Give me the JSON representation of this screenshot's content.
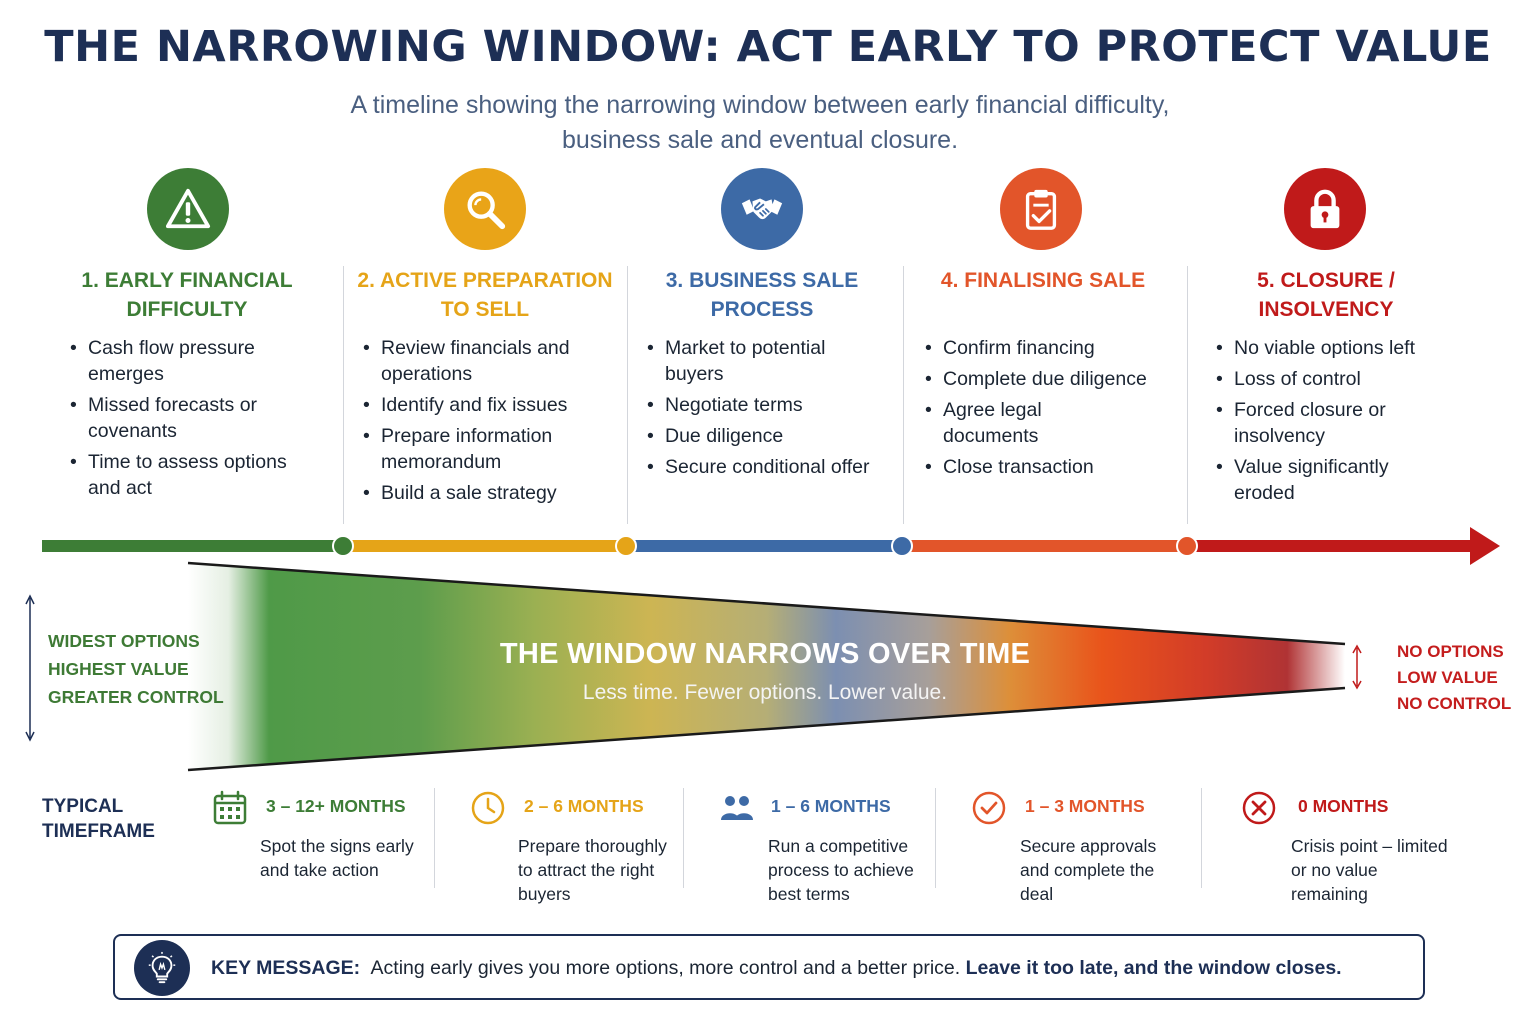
{
  "title": "THE NARROWING WINDOW: ACT EARLY TO PROTECT VALUE",
  "subtitle": {
    "line1": "A timeline showing the narrowing window between early financial difficulty,",
    "line2": "business sale and eventual closure."
  },
  "colors": {
    "green": "#3d7d36",
    "yellow": "#e5a418",
    "blue": "#3d6aa6",
    "orange": "#e2552a",
    "red": "#c01a1a",
    "navy": "#1d2f55"
  },
  "stages": [
    {
      "icon": "warning-icon",
      "title_line1": "1. EARLY FINANCIAL",
      "title_line2": "DIFFICULTY",
      "bullets": [
        "Cash flow pressure emerges",
        "Missed forecasts or covenants",
        "Time to assess options and act"
      ]
    },
    {
      "icon": "magnifier-icon",
      "title_line1": "2. ACTIVE PREPARATION",
      "title_line2": "TO SELL",
      "bullets": [
        "Review financials and operations",
        "Identify and fix issues",
        "Prepare information memorandum",
        "Build a sale strategy"
      ]
    },
    {
      "icon": "handshake-icon",
      "title_line1": "3. BUSINESS SALE",
      "title_line2": "PROCESS",
      "bullets": [
        "Market to potential buyers",
        "Negotiate terms",
        "Due diligence",
        "Secure conditional offer"
      ]
    },
    {
      "icon": "clipboard-check-icon",
      "title_line1": "4. FINALISING SALE",
      "title_line2": "",
      "bullets": [
        "Confirm financing",
        "Complete due diligence",
        "Agree legal documents",
        "Close transaction"
      ]
    },
    {
      "icon": "padlock-icon",
      "title_line1": "5. CLOSURE /",
      "title_line2": "INSOLVENCY",
      "bullets": [
        "No viable options left",
        "Loss of control",
        "Forced closure or insolvency",
        "Value significantly eroded"
      ]
    }
  ],
  "funnel": {
    "heading": "THE WINDOW NARROWS OVER TIME",
    "subheading": "Less time. Fewer options. Lower value.",
    "left_notes": [
      "WIDEST OPTIONS",
      "HIGHEST VALUE",
      "GREATER CONTROL"
    ],
    "right_notes": [
      "NO OPTIONS",
      "LOW VALUE",
      "NO CONTROL"
    ]
  },
  "timeframe": {
    "label_line1": "TYPICAL",
    "label_line2": "TIMEFRAME",
    "items": [
      {
        "icon": "calendar-icon",
        "period": "3 – 12+ MONTHS",
        "desc_line1": "Spot the signs early",
        "desc_line2": "and take action",
        "desc_line3": ""
      },
      {
        "icon": "clock-icon",
        "period": "2 – 6 MONTHS",
        "desc_line1": "Prepare thoroughly",
        "desc_line2": "to attract the right",
        "desc_line3": "buyers"
      },
      {
        "icon": "people-icon",
        "period": "1 – 6 MONTHS",
        "desc_line1": "Run a competitive",
        "desc_line2": "process to achieve",
        "desc_line3": "best terms"
      },
      {
        "icon": "check-circle-icon",
        "period": "1 – 3 MONTHS",
        "desc_line1": "Secure approvals",
        "desc_line2": "and complete the",
        "desc_line3": "deal"
      },
      {
        "icon": "x-circle-icon",
        "period": "0 MONTHS",
        "desc_line1": "Crisis point – limited",
        "desc_line2": "or no value",
        "desc_line3": "remaining"
      }
    ]
  },
  "key_message": {
    "icon": "lightbulb-icon",
    "label": "KEY MESSAGE:",
    "text": "Acting early gives you more options, more control and a better price.",
    "emphasis": "Leave it too late, and the window closes."
  }
}
